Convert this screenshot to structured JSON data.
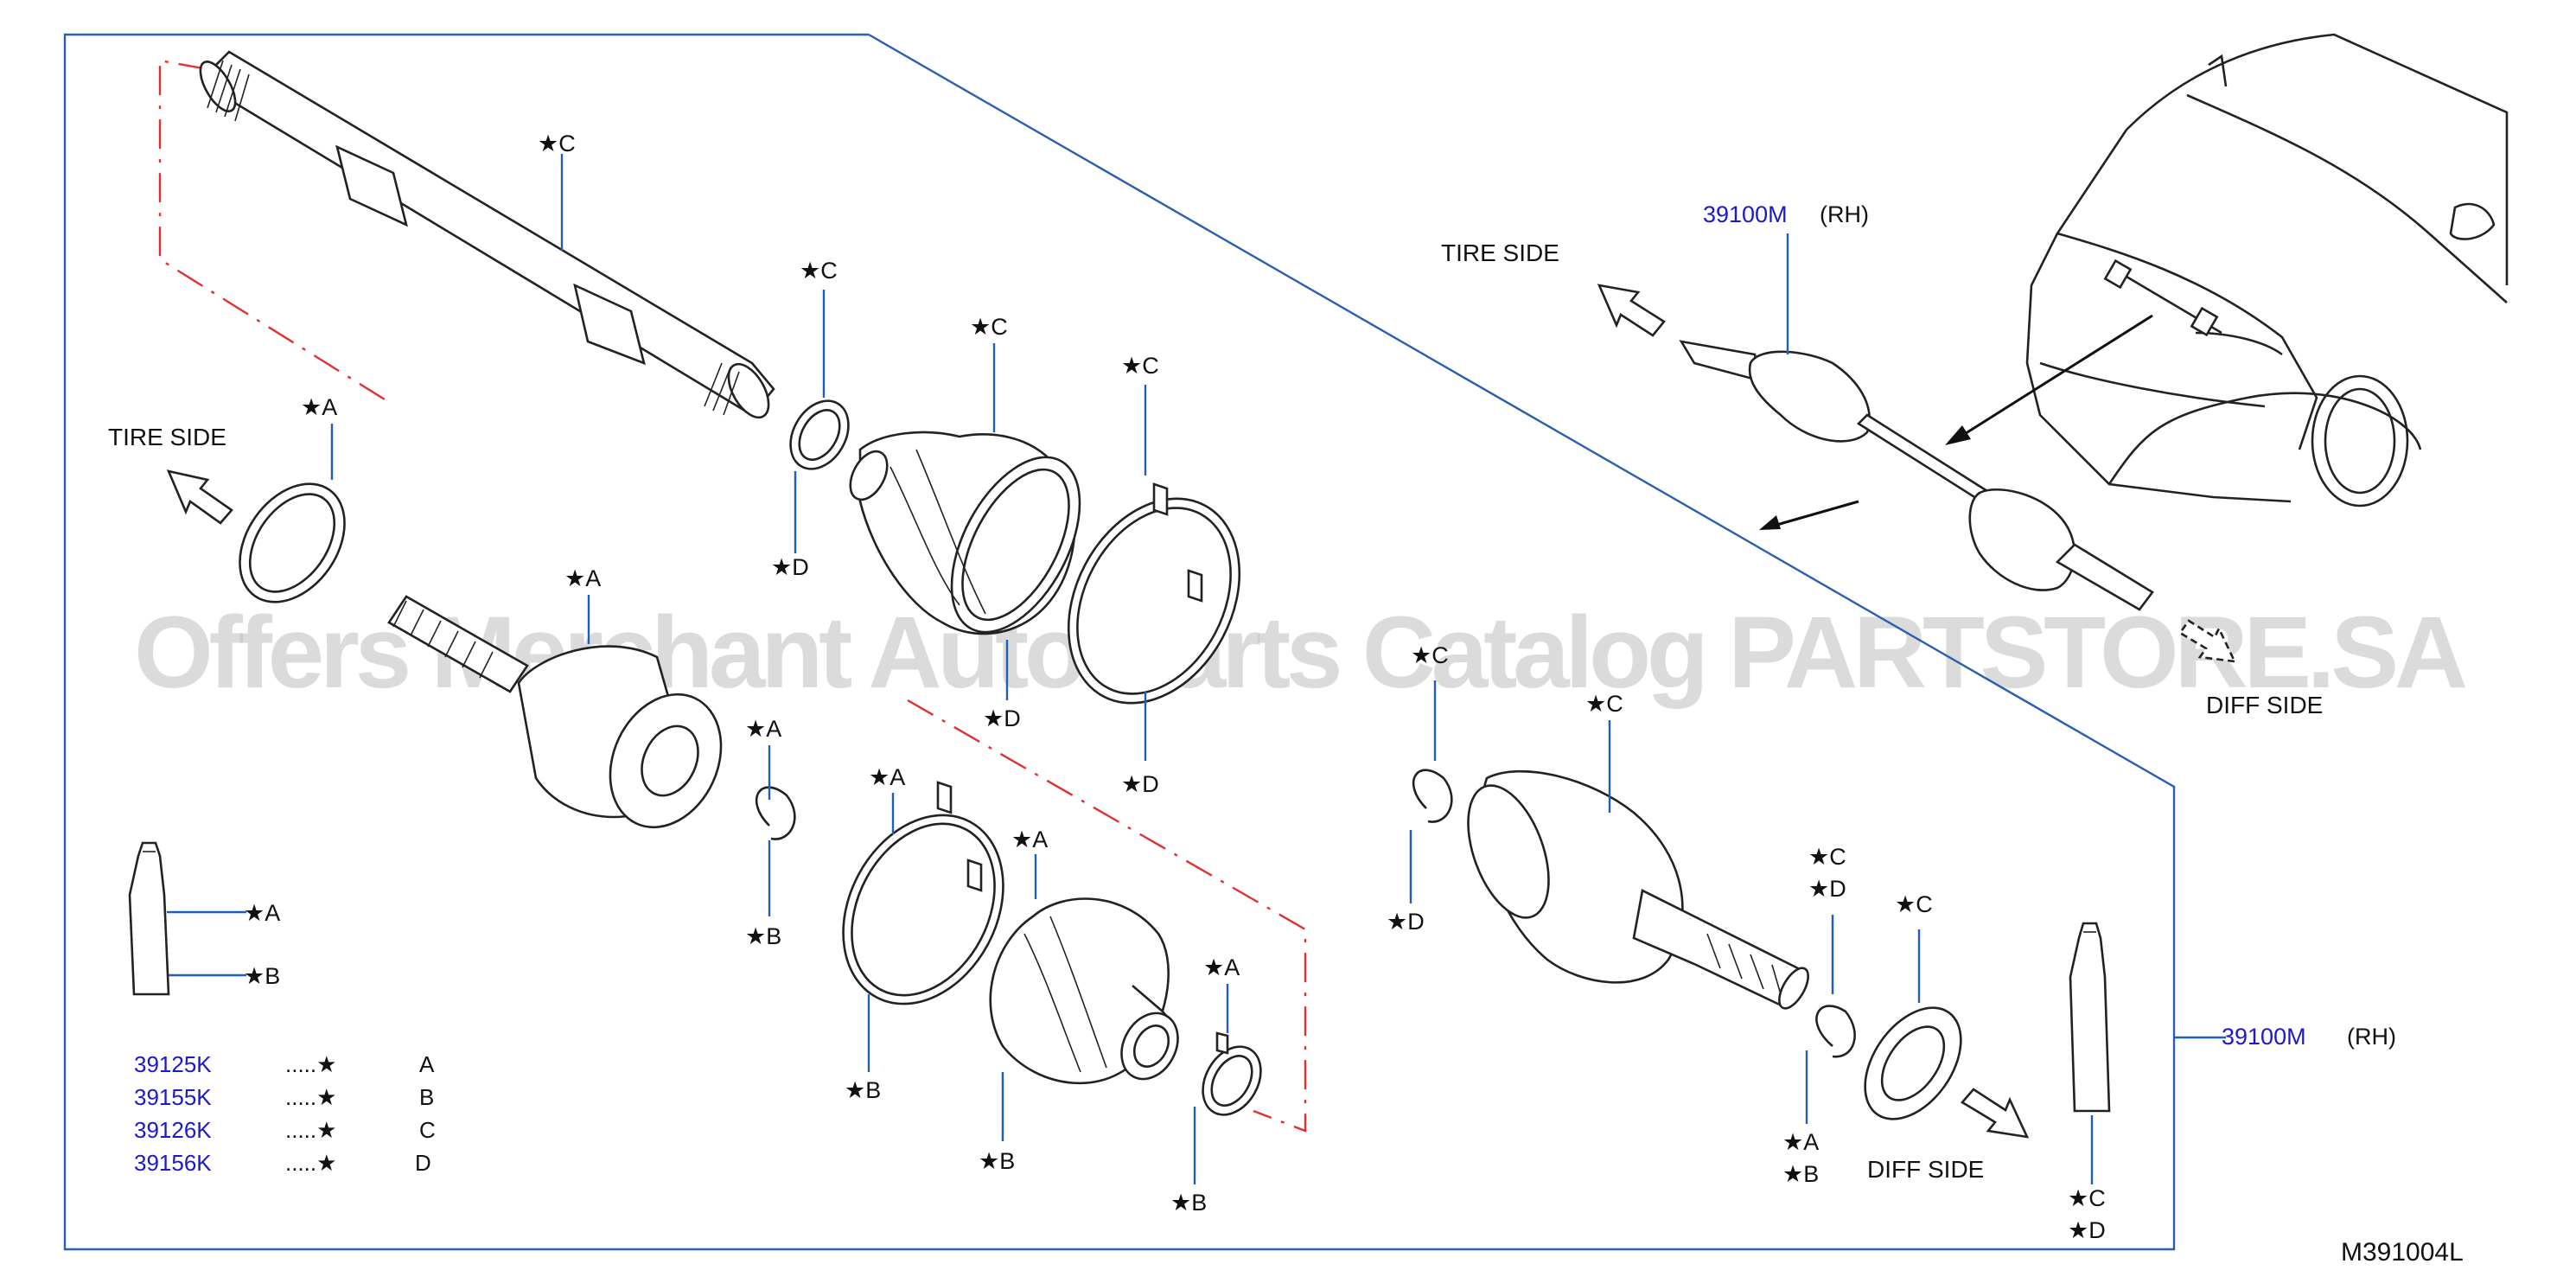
{
  "diagram": {
    "figure_code": "M391004L",
    "watermark": "Offers Merchant Auto Parts Catalog PARTSTORE.SA",
    "assembly": {
      "part_no": "39100M",
      "side": "(RH)"
    },
    "directions": {
      "tire_side": "TIRE   SIDE",
      "diff_side": "DIFF   SIDE"
    },
    "legend": [
      {
        "part_no": "39125K",
        "dots": ".....★",
        "letter": "A"
      },
      {
        "part_no": "39155K",
        "dots": ".....★",
        "letter": "B"
      },
      {
        "part_no": "39126K",
        "dots": ".....★",
        "letter": "C"
      },
      {
        "part_no": "39156K",
        "dots": ".....★",
        "letter": "D"
      }
    ],
    "markers": {
      "a": "★A",
      "b": "★B",
      "c": "★C",
      "d": "★D"
    },
    "colors": {
      "part_link": "#1a1acc",
      "frame": "#2a5fb0",
      "cut_line": "#e03030"
    }
  }
}
